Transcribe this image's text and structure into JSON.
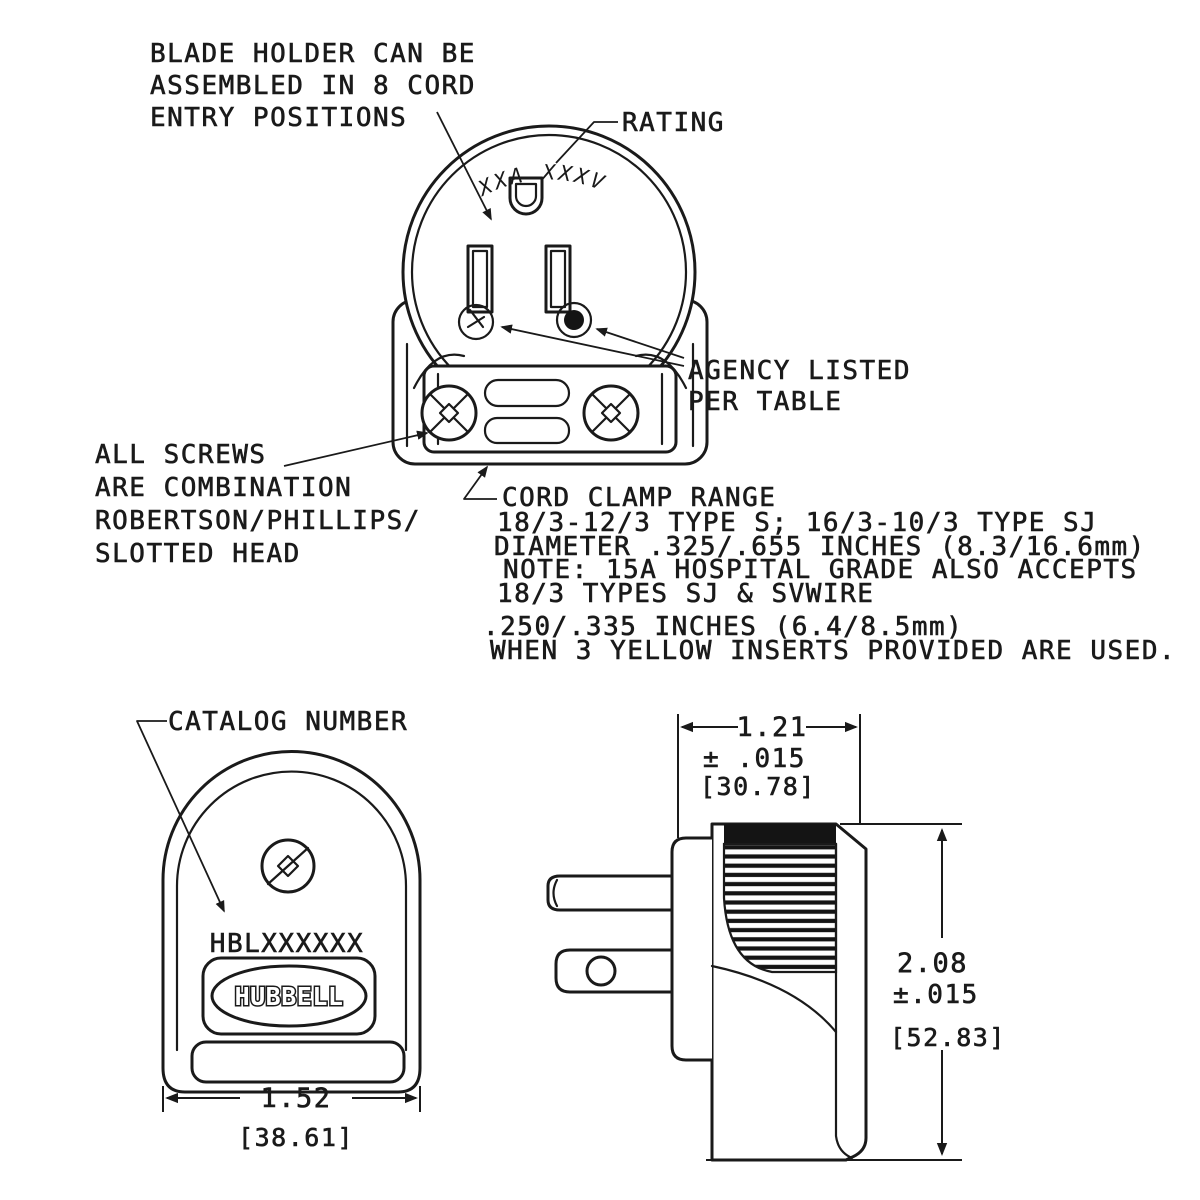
{
  "annotations": {
    "blade_holder": [
      "BLADE HOLDER CAN BE",
      "ASSEMBLED IN 8 CORD",
      "ENTRY POSITIONS"
    ],
    "rating": "RATING",
    "face_marking": "XXA XXXV",
    "agency": [
      "AGENCY LISTED",
      "PER TABLE"
    ],
    "all_screws": [
      "ALL SCREWS",
      "ARE COMBINATION",
      "ROBERTSON/PHILLIPS/",
      "SLOTTED HEAD"
    ],
    "cord_clamp": [
      "CORD CLAMP RANGE",
      "18/3-12/3 TYPE S; 16/3-10/3 TYPE SJ",
      "DIAMETER .325/.655 INCHES (8.3/16.6mm)",
      "NOTE: 15A HOSPITAL GRADE ALSO ACCEPTS",
      "18/3 TYPES SJ & SVWIRE",
      ".250/.335 INCHES (6.4/8.5mm)",
      "WHEN 3 YELLOW INSERTS PROVIDED ARE USED."
    ],
    "catalog_label": "CATALOG NUMBER"
  },
  "back_view": {
    "catalog_number": "HBLXXXXXX",
    "brand": "HUBBELL",
    "width_dim": {
      "value": "1.52",
      "metric": "[38.61]"
    }
  },
  "side_view": {
    "width_dim": {
      "value": "1.21",
      "tolerance": "± .015",
      "metric": "[30.78]"
    },
    "height_dim": {
      "value": "2.08",
      "tolerance": "±.015",
      "metric": "[52.83]"
    }
  },
  "colors": {
    "ink": "#1a1a1a",
    "paper": "#ffffff"
  }
}
